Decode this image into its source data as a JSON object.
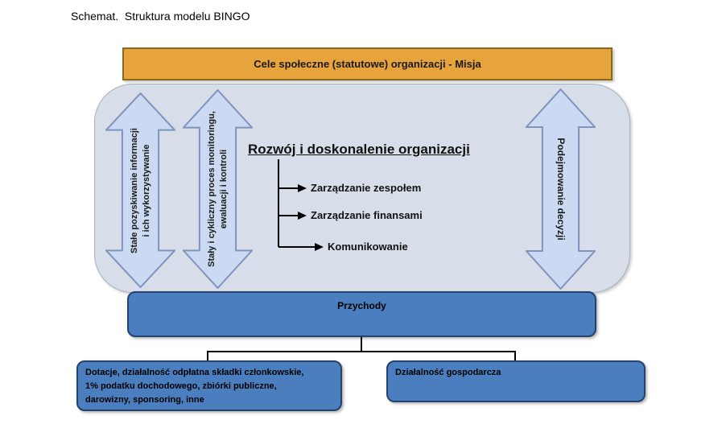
{
  "page": {
    "title": "Schemat.  Struktura modelu BINGO"
  },
  "diagram": {
    "mission_label": "Cele społeczne (statutowe) organizacji - Misja",
    "side_arrows": [
      {
        "lines": [
          "Stałe pozyskiwanie informacji",
          "i ich wykorzystywanie"
        ]
      },
      {
        "lines": [
          "Stały i cykliczny proces monitoringu,",
          "ewaluacji i kontroli"
        ]
      },
      {
        "lines": [
          "Podejmowanie decyzji"
        ]
      }
    ],
    "center": {
      "heading": "Rozwój i doskonalenie organizacji",
      "items": [
        "Zarządzanie zespołem",
        "Zarządzanie finansami",
        "Komunikowanie"
      ]
    },
    "revenue_label": "Przychody",
    "bottom_boxes": [
      {
        "lines": [
          "Dotacje, działalność odpłatna składki członkowskie,",
          "1% podatku dochodowego, zbiórki publiczne,",
          "darowizny, sponsoring, inne"
        ]
      },
      {
        "lines": [
          "Działalność gospodarcza"
        ]
      }
    ]
  },
  "colors": {
    "mission_fill": "#E7A33C",
    "mission_border": "#8A681E",
    "panel_fill": "#D8DEE9",
    "panel_border": "#A8B0BE",
    "arrow_fill": "#CBD9F2",
    "arrow_border": "#8093BC",
    "box_fill": "#4A7EBE",
    "box_border": "#24426E"
  }
}
